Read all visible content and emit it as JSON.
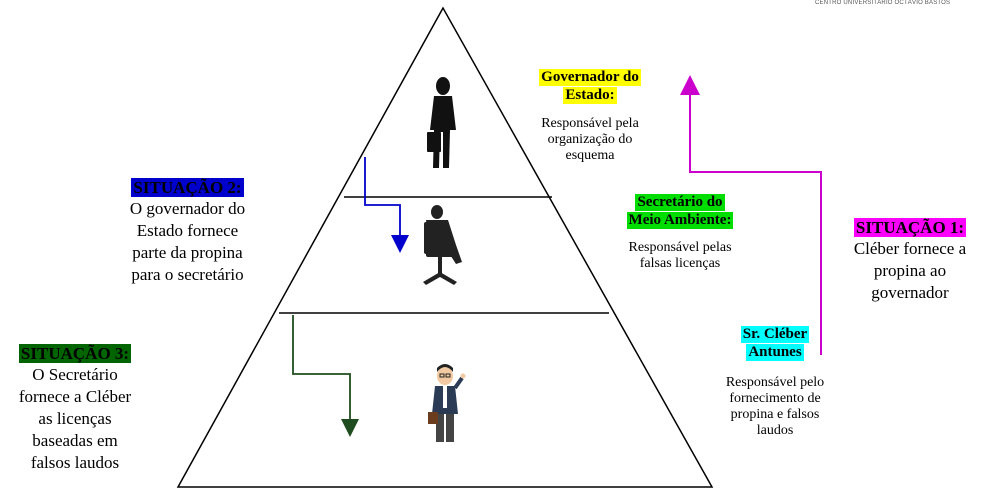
{
  "logo_text": "CENTRO UNIVERSITÁRIO OCTÁVIO BASTOS",
  "colors": {
    "governor_highlight": "#ffff00",
    "secretary_highlight": "#00dd00",
    "cleber_highlight": "#00ffff",
    "situation1_bg": "#ff00ff",
    "situation2_bg": "#0000cc",
    "situation3_bg": "#006400",
    "situation1_arrow": "#cc00cc",
    "situation2_arrow": "#0000cc",
    "situation3_arrow": "#1f4d1f"
  },
  "pyramid": {
    "governor": {
      "title_line1": "Governador do",
      "title_line2": "Estado:",
      "desc_lines": [
        "Responsável pela",
        "organização do",
        "esquema"
      ],
      "figure": "businessman-with-briefcase-icon"
    },
    "secretary": {
      "title_line1": "Secretário do",
      "title_line2": "Meio Ambiente:",
      "desc_lines": [
        "Responsável pelas",
        "falsas licenças"
      ],
      "figure": "man-in-office-chair-icon"
    },
    "cleber": {
      "title_line1": "Sr. Cléber",
      "title_line2": "Antunes",
      "desc_lines": [
        "Responsável pelo",
        "fornecimento de",
        "propina e falsos",
        "laudos"
      ],
      "figure": "waving-man-with-briefcase-icon"
    }
  },
  "situations": {
    "s1": {
      "title": "SITUAÇÃO 1:",
      "lines": [
        "Cléber fornece a",
        "propina ao",
        "governador"
      ]
    },
    "s2": {
      "title": "SITUAÇÃO 2:",
      "lines": [
        "O governador do",
        "Estado fornece",
        "parte da propina",
        "para o secretário"
      ]
    },
    "s3": {
      "title": "SITUAÇÃO 3:",
      "lines": [
        "O Secretário",
        "fornece a Cléber",
        "as licenças",
        "baseadas em",
        "falsos laudos"
      ]
    }
  }
}
